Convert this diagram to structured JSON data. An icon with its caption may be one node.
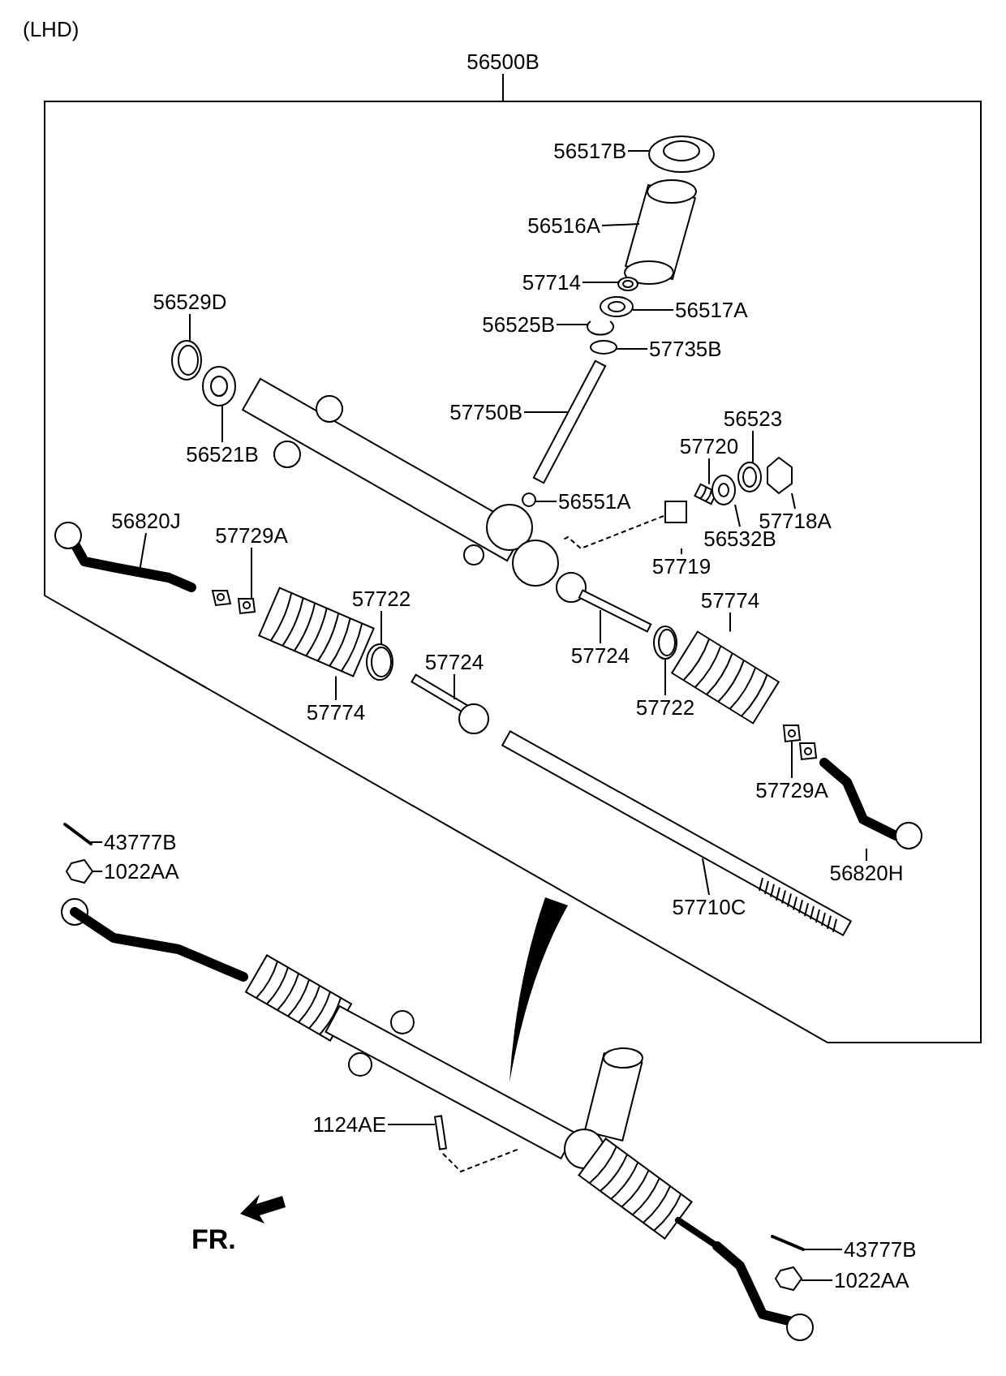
{
  "diagram": {
    "nodes": [
      {
        "text": [
          "56500B"
        ]
      },
      {
        "text": [],
        "shape": "box"
      },
      {
        "text": [
          "56517B"
        ],
        "in": 1
      },
      {
        "text": [
          "56516A"
        ],
        "in": 1
      },
      {
        "text": [
          "57714"
        ],
        "in": 1
      },
      {
        "text": [
          "56529D"
        ],
        "in": 1
      },
      {
        "text": [
          "56517A"
        ],
        "in": 1
      },
      {
        "text": [
          "56525B"
        ],
        "in": 1
      },
      {
        "text": [
          "57735B"
        ],
        "in": 1
      },
      {
        "text": [
          "57750B"
        ],
        "in": 1
      },
      {
        "text": [
          "56523"
        ],
        "in": 1
      },
      {
        "text": [
          "57720"
        ],
        "in": 1
      },
      {
        "text": [
          "56521B"
        ],
        "in": 1
      },
      {
        "text": [
          "56551A"
        ],
        "in": 1
      },
      {
        "text": [
          "57718A"
        ],
        "in": 1
      },
      {
        "text": [
          "56820J"
        ],
        "in": 1
      },
      {
        "text": [
          "57729A"
        ],
        "in": 1
      },
      {
        "text": [
          "56532B"
        ],
        "in": 1
      },
      {
        "text": [
          "57719"
        ],
        "in": 1
      },
      {
        "text": [
          "57722"
        ],
        "in": 1
      },
      {
        "text": [
          "57774"
        ],
        "in": 1
      },
      {
        "text": [
          "57724"
        ],
        "in": 1
      },
      {
        "text": [
          "57724"
        ],
        "in": 1
      },
      {
        "text": [
          "57774"
        ],
        "in": 1
      },
      {
        "text": [
          "57722"
        ],
        "in": 1
      },
      {
        "text": [
          "57729A"
        ],
        "in": 1
      },
      {
        "text": [
          "56820H"
        ],
        "in": 1
      },
      {
        "text": [
          "57710C"
        ],
        "in": 1
      },
      {
        "text": [
          "43777B"
        ]
      },
      {
        "text": [
          "1022AA"
        ]
      },
      {
        "text": [
          "1124AE"
        ]
      },
      {
        "text": [
          "43777B"
        ]
      },
      {
        "text": [
          "1022AA"
        ]
      },
      {
        "text": [],
        "shape": "picture",
        "in": 1
      },
      {
        "text": [],
        "shape": "picture",
        "in": 1
      },
      {
        "text": [],
        "shape": "picture",
        "in": 1
      },
      {
        "text": [],
        "shape": "picture",
        "in": 1
      },
      {
        "text": [],
        "shape": "picture",
        "in": 1
      },
      {
        "text": [],
        "shape": "picture",
        "in": 1
      },
      {
        "text": [],
        "shape": "picture",
        "in": 1
      },
      {
        "text": [],
        "shape": "picture",
        "in": 1
      },
      {
        "text": [],
        "shape": "picture",
        "in": 1
      },
      {
        "text": [],
        "shape": "picture",
        "in": 1
      },
      {
        "text": [],
        "shape": "picture",
        "in": 1
      },
      {
        "text": [],
        "shape": "picture",
        "in": 1
      },
      {
        "text": [],
        "shape": "picture",
        "in": 1
      },
      {
        "text": [],
        "shape": "picture",
        "in": 1
      },
      {
        "text": [],
        "shape": "picture",
        "in": 1
      },
      {
        "text": [],
        "shape": "picture",
        "in": 1
      },
      {
        "text": [],
        "shape": "picture",
        "in": 1
      },
      {
        "text": [],
        "shape": "picture",
        "in": 1
      },
      {
        "text": [],
        "shape": "picture",
        "in": 1
      },
      {
        "text": [],
        "shape": "picture",
        "in": 1
      },
      {
        "text": [],
        "shape": "picture",
        "in": 1
      },
      {
        "text": [],
        "shape": "picture",
        "in": 1
      },
      {
        "text": [],
        "shape": "picture",
        "in": 1
      },
      {
        "text": [],
        "shape": "picture",
        "in": 1
      },
      {
        "text": [],
        "shape": "picture",
        "in": 1
      },
      {
        "text": [],
        "shape": "picture",
        "in": 1
      },
      {
        "text": [],
        "shape": "picture"
      },
      {
        "text": [],
        "shape": "picture"
      },
      {
        "text": [],
        "shape": "picture"
      },
      {
        "text": [],
        "shape": "picture"
      },
      {
        "text": [],
        "shape": "picture"
      }
    ],
    "edges": [
      {
        "from": 0,
        "to": 1,
        "arrow": "none"
      },
      {
        "from": 2,
        "to": 33,
        "arrow": "none"
      },
      {
        "from": 3,
        "to": 34,
        "arrow": "none"
      },
      {
        "from": 4,
        "to": 35,
        "arrow": "none"
      },
      {
        "from": 5,
        "to": 36,
        "arrow": "none"
      },
      {
        "from": 6,
        "to": 37,
        "arrow": "none"
      },
      {
        "from": 7,
        "to": 38,
        "arrow": "none"
      },
      {
        "from": 8,
        "to": 39,
        "arrow": "none"
      },
      {
        "from": 9,
        "to": 40,
        "arrow": "none"
      },
      {
        "from": 10,
        "to": 41,
        "arrow": "none"
      },
      {
        "from": 11,
        "to": 42,
        "arrow": "none"
      },
      {
        "from": 12,
        "to": 43,
        "arrow": "none"
      },
      {
        "from": 13,
        "to": 44,
        "arrow": "none"
      },
      {
        "from": 14,
        "to": 45,
        "arrow": "none"
      },
      {
        "from": 15,
        "to": 46,
        "arrow": "none"
      },
      {
        "from": 16,
        "to": 47,
        "arrow": "none"
      },
      {
        "from": 17,
        "to": 48,
        "arrow": "none"
      },
      {
        "from": 18,
        "to": 49,
        "arrow": "none"
      },
      {
        "from": 19,
        "to": 50,
        "arrow": "none"
      },
      {
        "from": 20,
        "to": 51,
        "arrow": "none"
      },
      {
        "from": 21,
        "to": 52,
        "arrow": "none"
      },
      {
        "from": 22,
        "to": 53,
        "arrow": "none"
      },
      {
        "from": 23,
        "to": 54,
        "arrow": "none"
      },
      {
        "from": 24,
        "to": 55,
        "arrow": "none"
      },
      {
        "from": 25,
        "to": 56,
        "arrow": "none"
      },
      {
        "from": 26,
        "to": 57,
        "arrow": "none"
      },
      {
        "from": 27,
        "to": 58,
        "arrow": "none"
      },
      {
        "from": 28,
        "to": 59,
        "arrow": "none"
      },
      {
        "from": 29,
        "to": 60,
        "arrow": "none"
      },
      {
        "from": 30,
        "to": 61,
        "arrow": "none"
      },
      {
        "from": 31,
        "to": 62,
        "arrow": "none"
      },
      {
        "from": 32,
        "to": 63,
        "arrow": "none"
      }
    ],
    "labels": [
      "(LHD)",
      "FR."
    ]
  }
}
